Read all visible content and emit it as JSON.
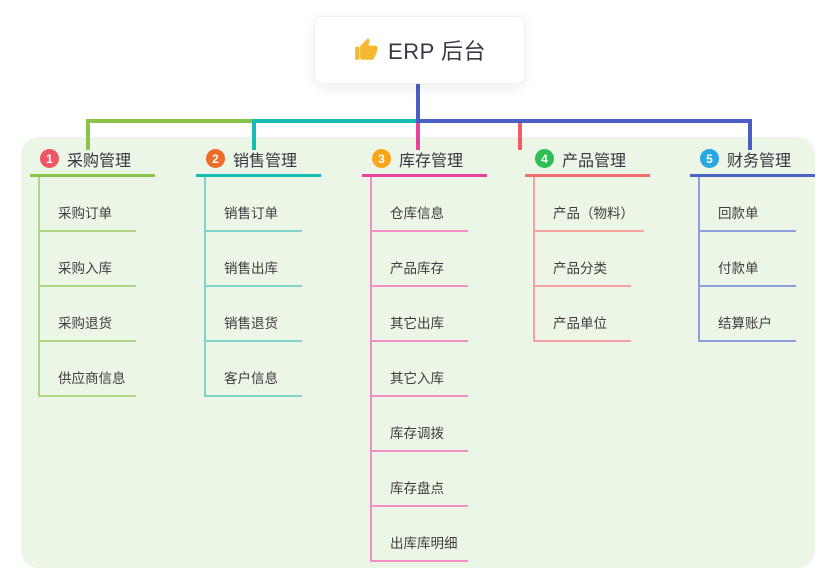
{
  "root": {
    "label": "ERP 后台",
    "icon": "thumbs-up-icon"
  },
  "colors": {
    "root_connector": "#4a5fc6",
    "panel_background": "#ebf6e6",
    "card_background": "#ffffff"
  },
  "branches": [
    {
      "num": "1",
      "label": "采购管理",
      "badge_color": "#ef5666",
      "line_color": "#8bc34a",
      "light_line_color": "#aed581",
      "items": [
        "采购订单",
        "采购入库",
        "采购退货",
        "供应商信息"
      ]
    },
    {
      "num": "2",
      "label": "销售管理",
      "badge_color": "#ed6c29",
      "line_color": "#17bdb2",
      "light_line_color": "#7fd4cb",
      "items": [
        "销售订单",
        "销售出库",
        "销售退货",
        "客户信息"
      ]
    },
    {
      "num": "3",
      "label": "库存管理",
      "badge_color": "#faa61a",
      "line_color": "#e8439c",
      "light_line_color": "#f48fc5",
      "items": [
        "仓库信息",
        "产品库存",
        "其它出库",
        "其它入库",
        "库存调拨",
        "库存盘点",
        "出库库明细"
      ]
    },
    {
      "num": "4",
      "label": "产品管理",
      "badge_color": "#2fbf56",
      "line_color": "#f56c6c",
      "light_line_color": "#f9a0a0",
      "items": [
        "产品（物料）",
        "产品分类",
        "产品单位"
      ]
    },
    {
      "num": "5",
      "label": "财务管理",
      "badge_color": "#2aa7e0",
      "line_color": "#4a63c7",
      "light_line_color": "#8ba0dd",
      "items": [
        "回款单",
        "付款单",
        "结算账户"
      ]
    }
  ]
}
